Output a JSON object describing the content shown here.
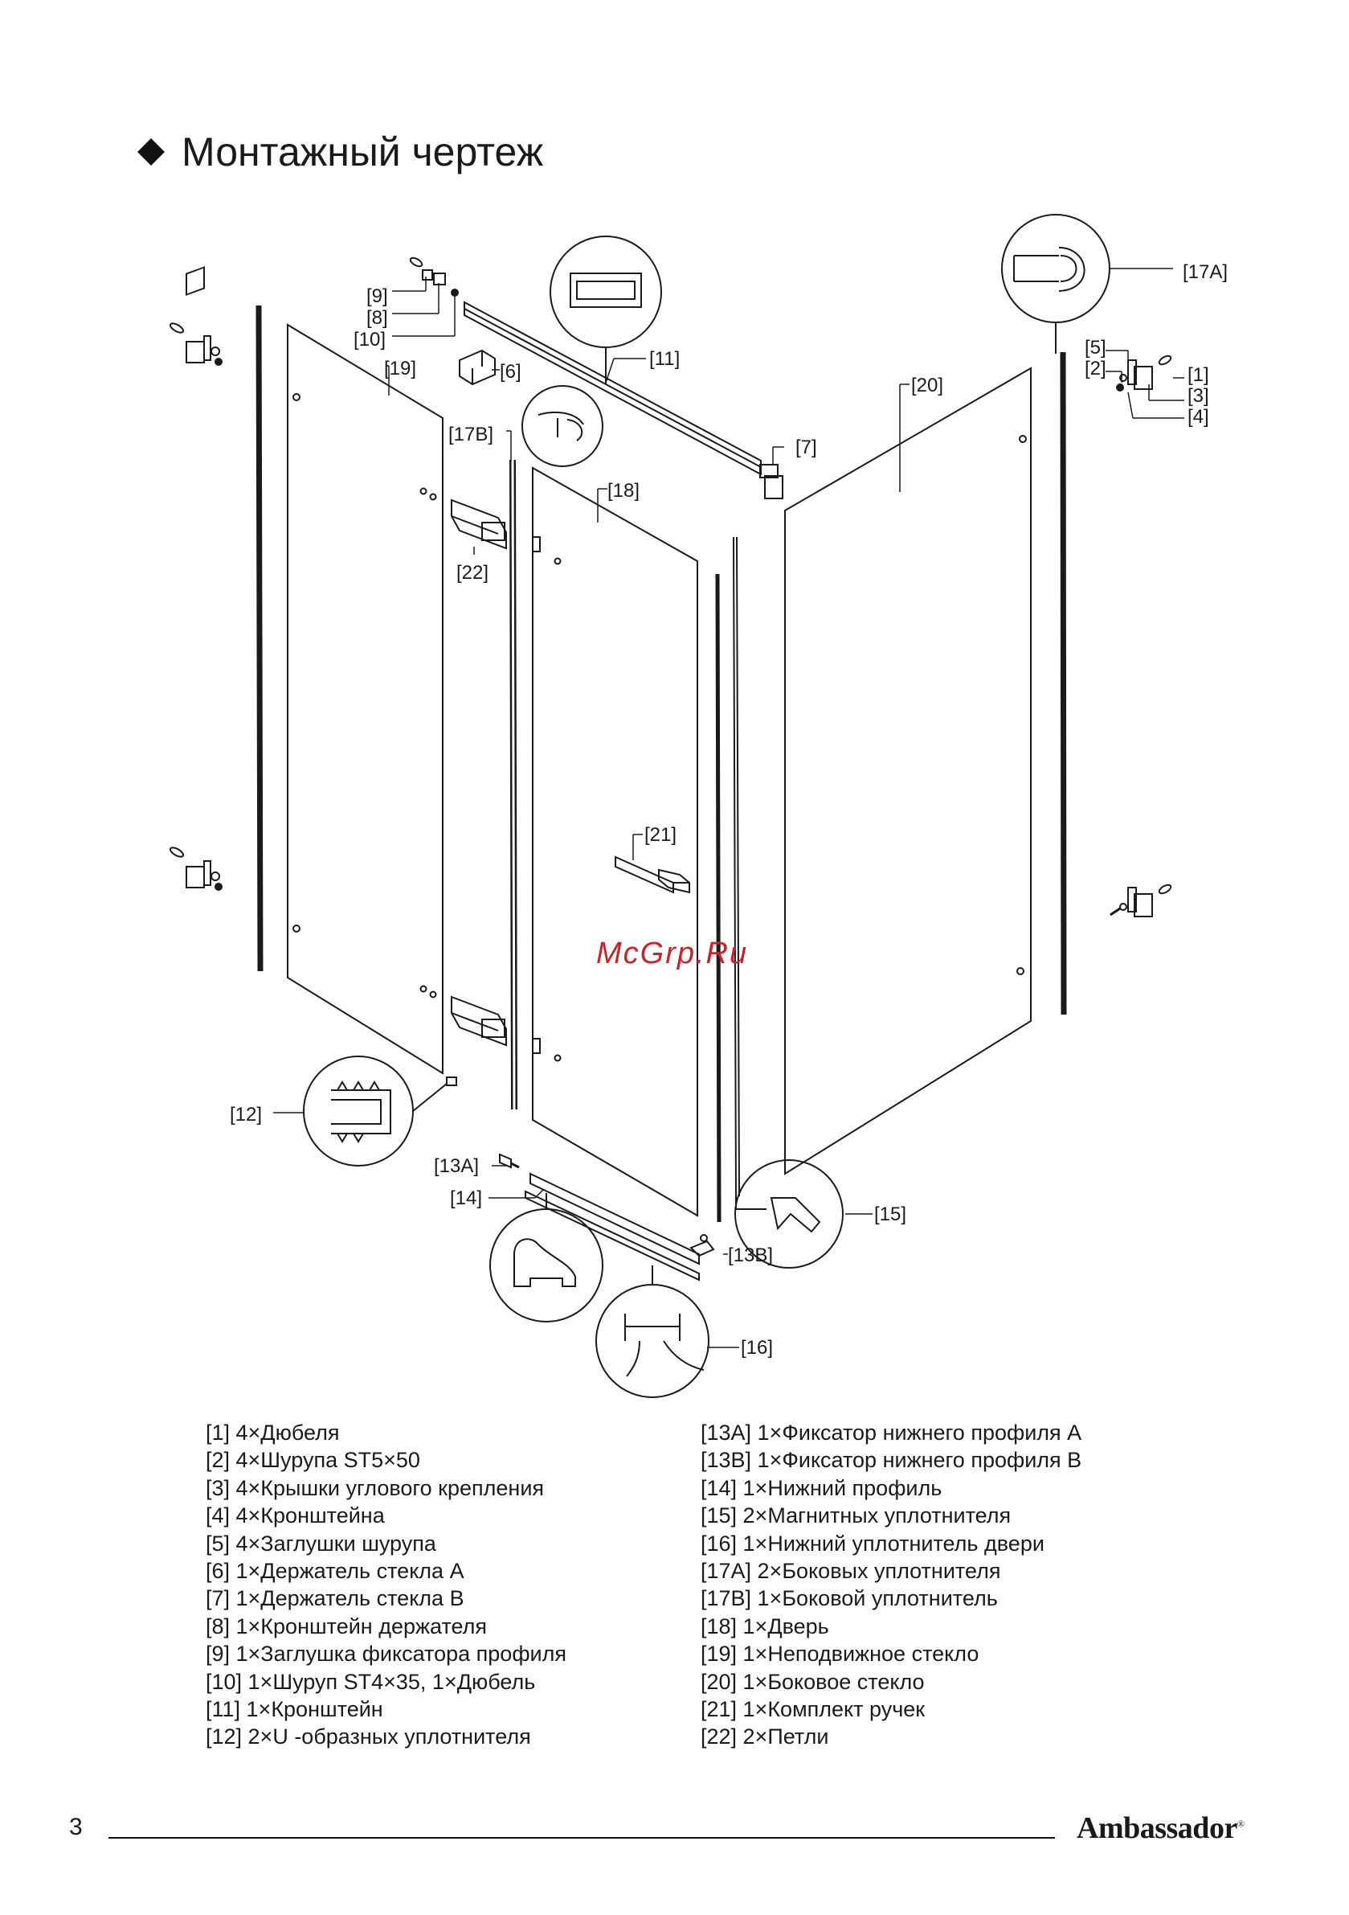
{
  "page": {
    "title": "Монтажный чертеж",
    "page_number": "3",
    "brand": "Ambassador",
    "brand_mark": "®",
    "watermark": "McGrp.Ru"
  },
  "diagram": {
    "labels": {
      "l1": "[1]",
      "l2": "[2]",
      "l3": "[3]",
      "l4": "[4]",
      "l5": "[5]",
      "l6": "[6]",
      "l7": "[7]",
      "l8": "[8]",
      "l9": "[9]",
      "l10": "[10]",
      "l11": "[11]",
      "l12": "[12]",
      "l13a": "[13A]",
      "l13b": "[13B]",
      "l14": "[14]",
      "l15": "[15]",
      "l16": "[16]",
      "l17a": "[17A]",
      "l17b": "[17B]",
      "l18": "[18]",
      "l19": "[19]",
      "l20": "[20]",
      "l21": "[21]",
      "l22": "[22]"
    }
  },
  "parts_list": {
    "left": [
      "[1] 4×Дюбеля",
      "[2] 4×Шурупа ST5×50",
      "[3] 4×Крышки углового крепления",
      "[4] 4×Кронштейна",
      "[5] 4×Заглушки шурупа",
      "[6] 1×Держатель стекла A",
      "[7] 1×Держатель стекла B",
      "[8] 1×Кронштейн держателя",
      "[9] 1×Заглушка фиксатора профиля",
      "[10] 1×Шуруп ST4×35, 1×Дюбель",
      "[11] 1×Кронштейн",
      "[12] 2×U -образных уплотнителя"
    ],
    "right": [
      "[13A] 1×Фиксатор нижнего профиля A",
      "[13B] 1×Фиксатор нижнего профиля B",
      "[14] 1×Нижний профиль",
      "[15] 2×Магнитных уплотнителя",
      "[16] 1×Нижний уплотнитель двери",
      "[17A] 2×Боковых уплотнителя",
      "[17B] 1×Боковой уплотнитель",
      "[18] 1×Дверь",
      "[19] 1×Неподвижное стекло",
      "[20] 1×Боковое стекло",
      "[21] 1×Комплект ручек",
      "[22] 2×Петли"
    ]
  }
}
